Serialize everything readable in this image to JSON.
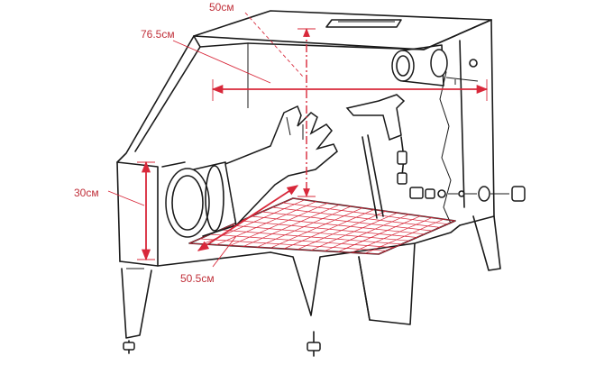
{
  "dimensions": {
    "depth": "50см",
    "width": "76.5см",
    "opening_height": "30см",
    "opening_width": "50.5см"
  },
  "colors": {
    "dimension_lines": "#d8283a",
    "dimension_text": "#c0303a",
    "drawing_ink": "#1a1a1a"
  },
  "icons": [
    "glove-icon",
    "air-gun-icon",
    "lamp-icon",
    "grate-icon"
  ]
}
